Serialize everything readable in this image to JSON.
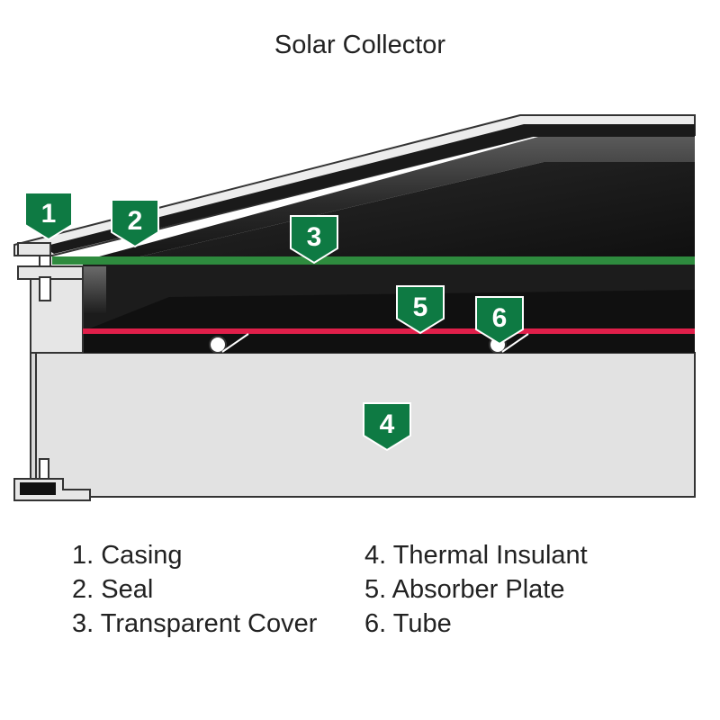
{
  "title": "Solar Collector",
  "markers": {
    "casing": "1",
    "seal": "2",
    "cover": "3",
    "insulant": "4",
    "absorber": "5",
    "tube": "6"
  },
  "legend": {
    "left": [
      "1. Casing",
      "2. Seal",
      "3. Transparent Cover"
    ],
    "right": [
      "4. Thermal Insulant",
      "5. Absorber Plate",
      "6. Tube"
    ]
  },
  "colors": {
    "marker": "#0e7a43",
    "cover": "#2e8b3e",
    "absorber": "#e01f4a",
    "insulant": "#e2e2e2",
    "interior": "#121212"
  }
}
